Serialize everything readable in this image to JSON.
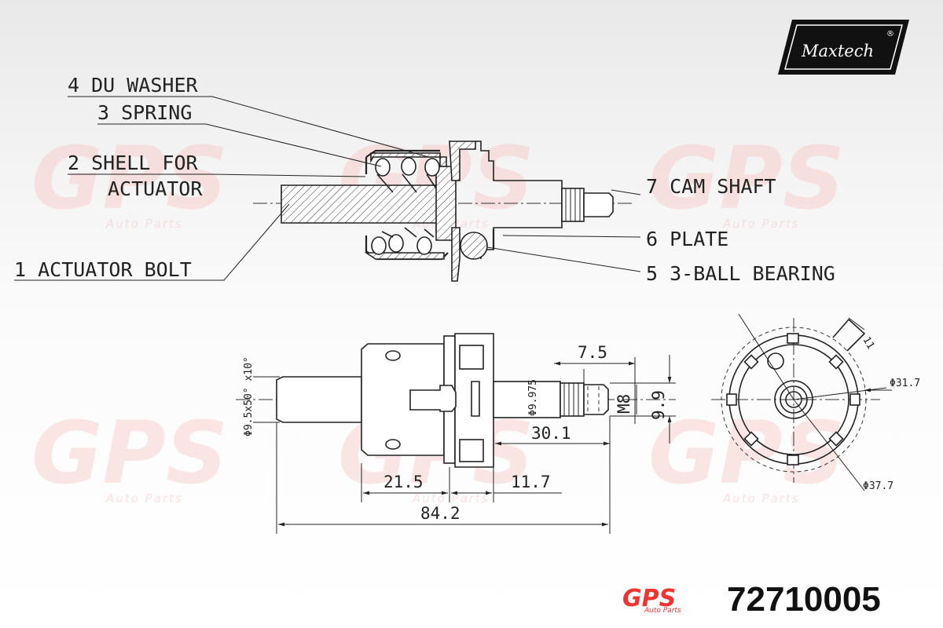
{
  "brand": {
    "logo_text": "Maxtech",
    "logo_registered": "®",
    "mark_text": "GPS",
    "mark_sub": "Auto Parts",
    "part_number": "72710005"
  },
  "watermark": {
    "text": "GPS",
    "sub": "Auto Parts"
  },
  "callouts": {
    "du_washer": "4 DU WASHER",
    "spring": "3 SPRING",
    "shell_1": "2 SHELL FOR",
    "shell_2": "ACTUATOR",
    "actuator_bolt": "1 ACTUATOR BOLT",
    "cam_shaft": "7 CAM SHAFT",
    "plate": "6 PLATE",
    "ball_bearing": "5 3-BALL BEARING"
  },
  "dimensions": {
    "d_7_5": "7.5",
    "d_m8": "M8",
    "d_9_9": "9.9",
    "d_30_1": "30.1",
    "d_21_5": "21.5",
    "d_11_7": "11.7",
    "d_84_2": "84.2",
    "d_phi9_975": "Φ9.975",
    "d_phi9_5": "Φ9.5x50° x10°",
    "d_phi31_7": "Φ31.7",
    "d_phi37_7": "Φ37.7",
    "d_11": "11"
  }
}
